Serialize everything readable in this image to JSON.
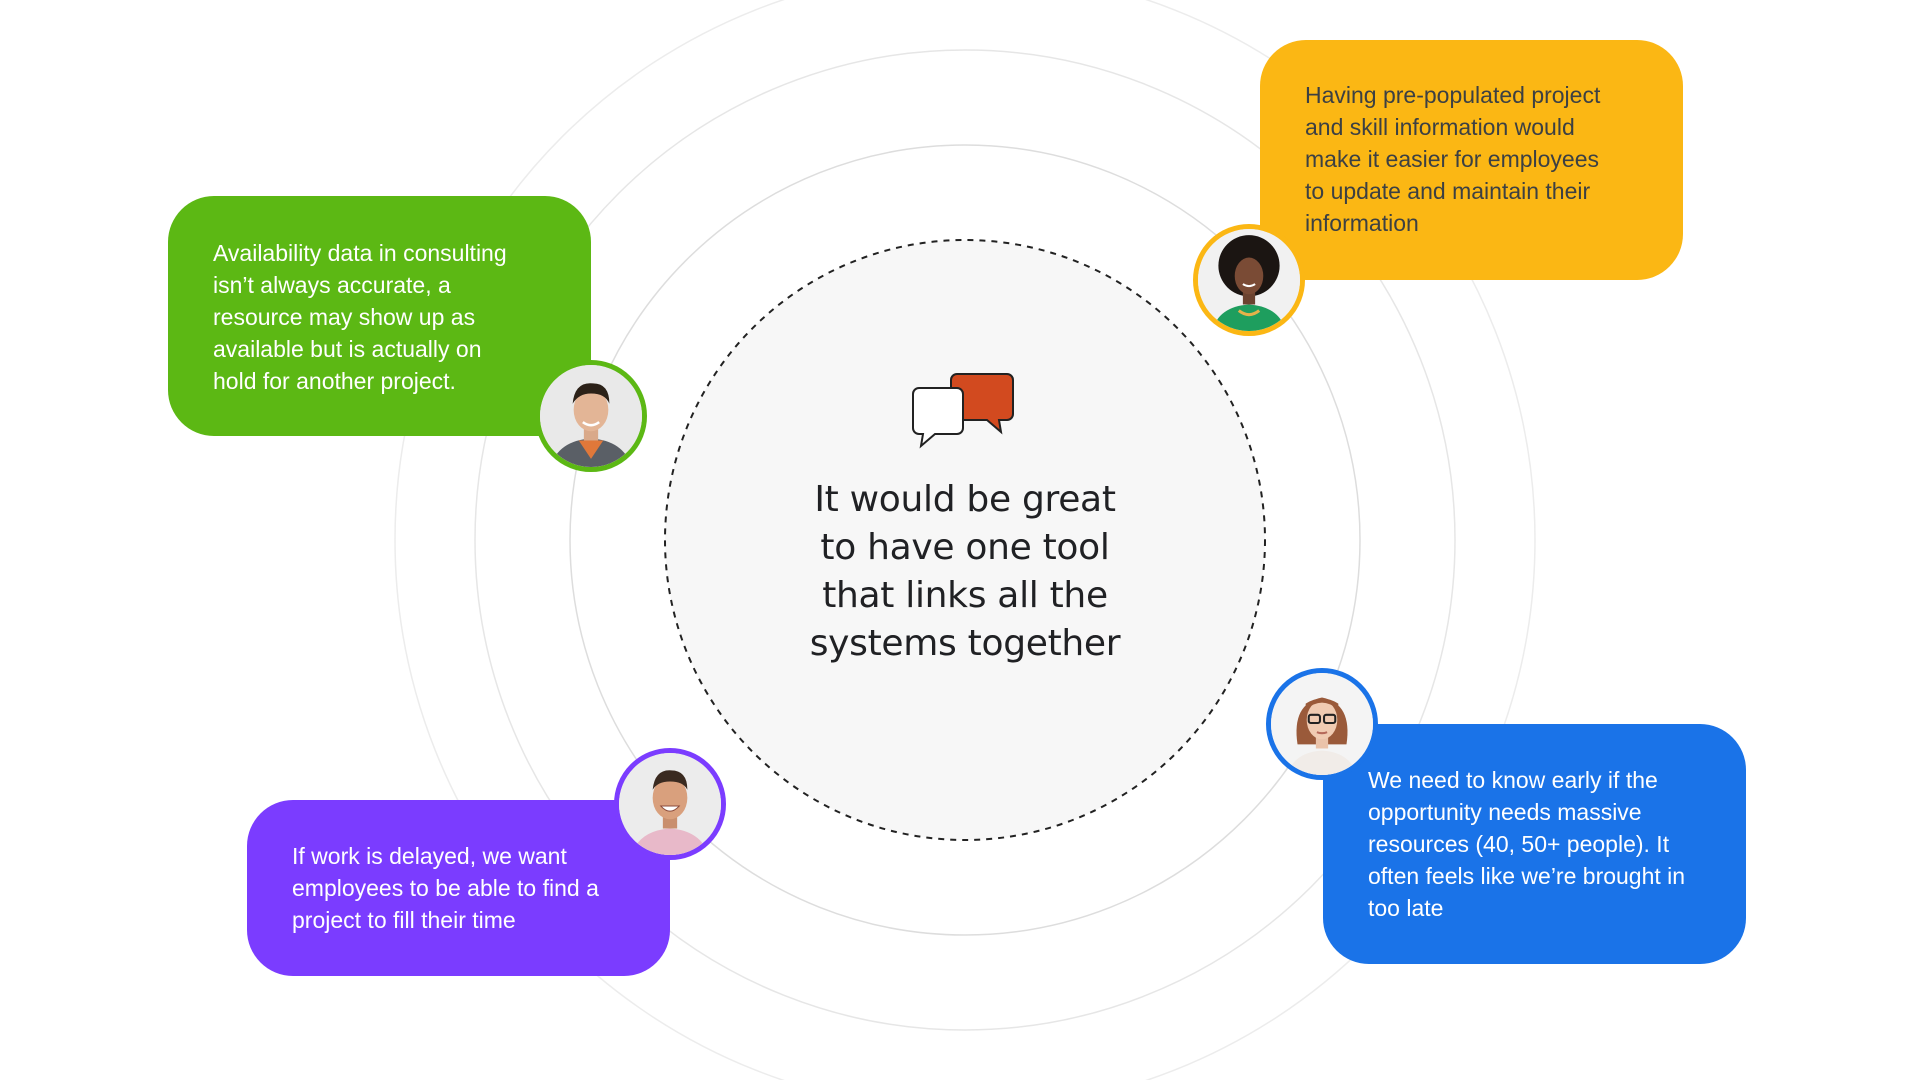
{
  "center": {
    "lines": [
      "It would be great",
      "to have one tool",
      "that links all the",
      "systems together"
    ],
    "icon": "chat-bubbles-icon"
  },
  "quotes": [
    {
      "color": "#5cb814",
      "text_color": "#ffffff",
      "lines": [
        "Availability data in consulting",
        "isn’t always accurate, a",
        "resource may show up as",
        "available but is actually on",
        "hold for another project."
      ],
      "avatar": "man-smiling-avatar"
    },
    {
      "color": "#fbb714",
      "text_color": "#3c4043",
      "lines": [
        "Having pre-populated project",
        "and skill information would",
        "make it easier for employees",
        "to update and maintain their",
        "information"
      ],
      "avatar": "woman-curly-hair-avatar"
    },
    {
      "color": "#7b3cff",
      "text_color": "#ffffff",
      "lines": [
        "If work is delayed, we want",
        "employees to be able to find a",
        "project to fill their time"
      ],
      "avatar": "man-laughing-avatar"
    },
    {
      "color": "#1a73e8",
      "text_color": "#ffffff",
      "lines": [
        "We need to know early if the",
        "opportunity needs massive",
        "resources (40, 50+ people). It",
        "often feels like we’re brought in",
        "too late"
      ],
      "avatar": "woman-glasses-avatar"
    }
  ],
  "colors": {
    "background": "#ffffff",
    "ring": "#dcdcdc",
    "inner_circle_fill": "#f7f7f7",
    "dashed_stroke": "#222222",
    "icon_accent": "#d24a1f"
  }
}
